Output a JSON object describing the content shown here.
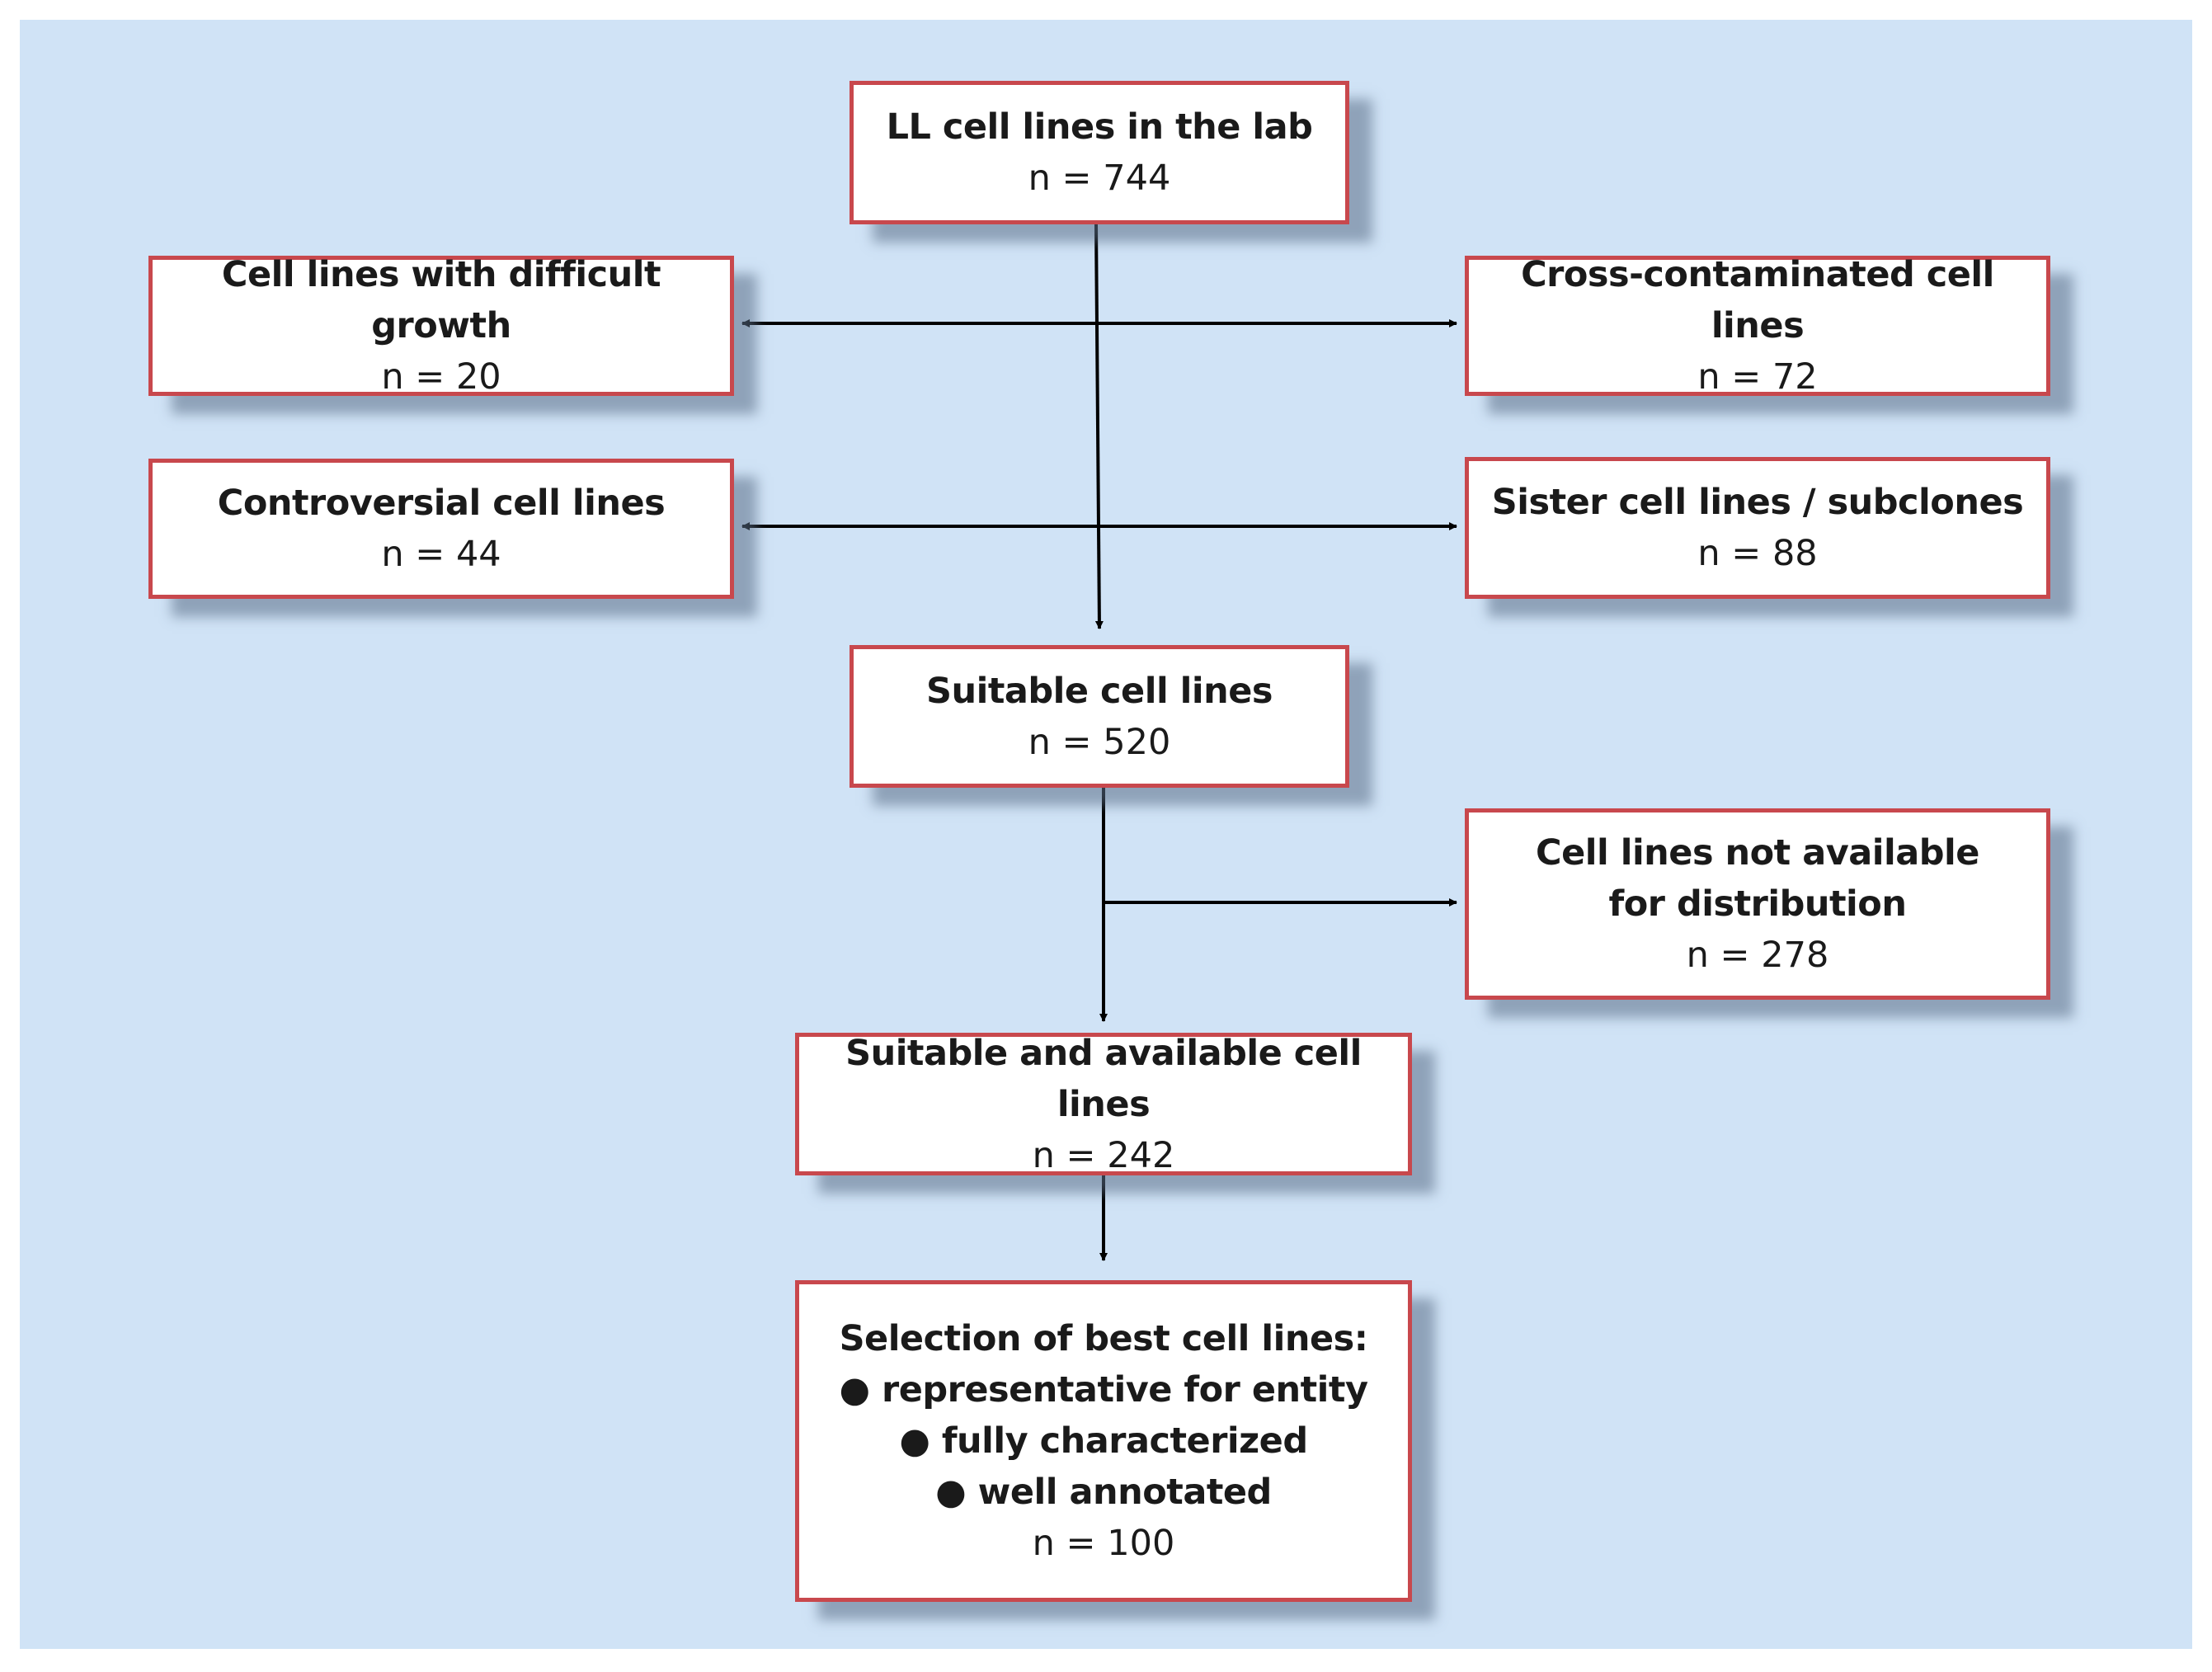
{
  "diagram": {
    "root": {
      "title": "LL cell lines in the lab",
      "count": "n = 744"
    },
    "difficult_growth": {
      "title": "Cell lines with difficult growth",
      "count": "n = 20"
    },
    "cross_contaminated": {
      "title": "Cross-contaminated cell lines",
      "count": "n = 72"
    },
    "controversial": {
      "title": "Controversial cell lines",
      "count": "n = 44"
    },
    "sister_lines": {
      "title": "Sister cell lines / subclones",
      "count": "n = 88"
    },
    "suitable": {
      "title": "Suitable cell lines",
      "count": "n = 520"
    },
    "not_available": {
      "title_line1": "Cell lines not available",
      "title_line2": "for distribution",
      "count": "n = 278"
    },
    "suitable_available": {
      "title": "Suitable and available cell lines",
      "count": "n = 242"
    },
    "selection": {
      "title": "Selection of best cell lines:",
      "bullets": [
        "● representative for entity",
        "● fully characterized",
        "● well annotated"
      ],
      "count": "n = 100"
    }
  },
  "colors": {
    "background": "#d0e3f6",
    "box_border": "#c8484d",
    "box_fill": "#ffffff",
    "arrow": "#000000"
  }
}
